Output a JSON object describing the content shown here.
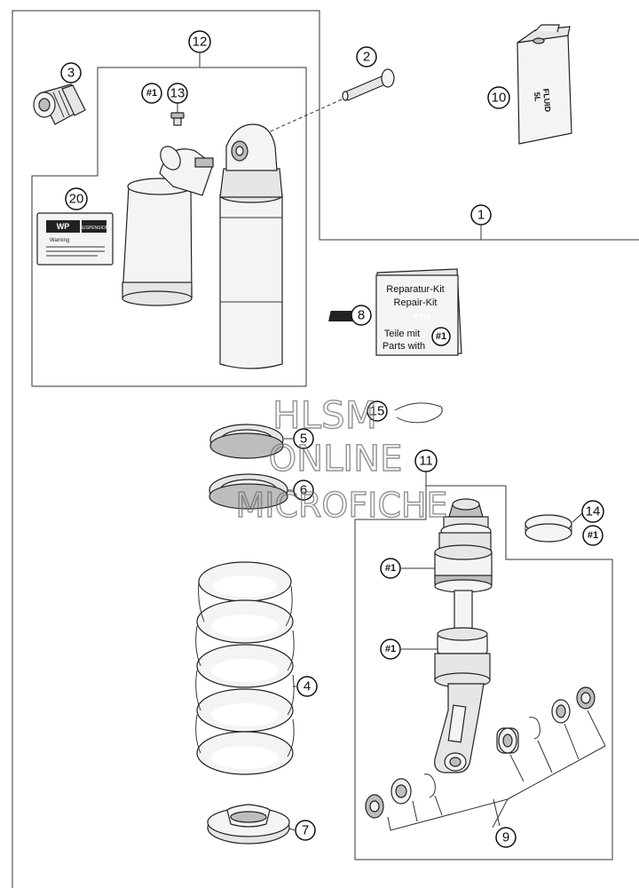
{
  "callouts": {
    "c1": "1",
    "c2": "2",
    "c3": "3",
    "c4": "4",
    "c5": "5",
    "c6": "6",
    "c7": "7",
    "c8": "8",
    "c9": "9",
    "c10": "10",
    "c11": "11",
    "c12": "12",
    "c13": "13",
    "c14": "14",
    "c15": "15",
    "c20": "20"
  },
  "hash_marks": {
    "top": "#1",
    "kit": "#1",
    "right": "#1",
    "body_upper": "#1",
    "body_lower": "#1"
  },
  "repair_kit": {
    "line1": "Reparatur-Kit",
    "line2": "Repair-Kit",
    "logo": "KTM",
    "line3": "Teile mit",
    "line4": "Parts with"
  },
  "fluid_can": {
    "line1": "FLUID",
    "line2": "5L"
  },
  "warning_label": {
    "brand": "WP",
    "sub": "SUSPENSION",
    "warning": "Warning"
  },
  "watermark": {
    "line1": "HLSM",
    "line2": "ONLINE",
    "line3": "MICROFICHE"
  }
}
